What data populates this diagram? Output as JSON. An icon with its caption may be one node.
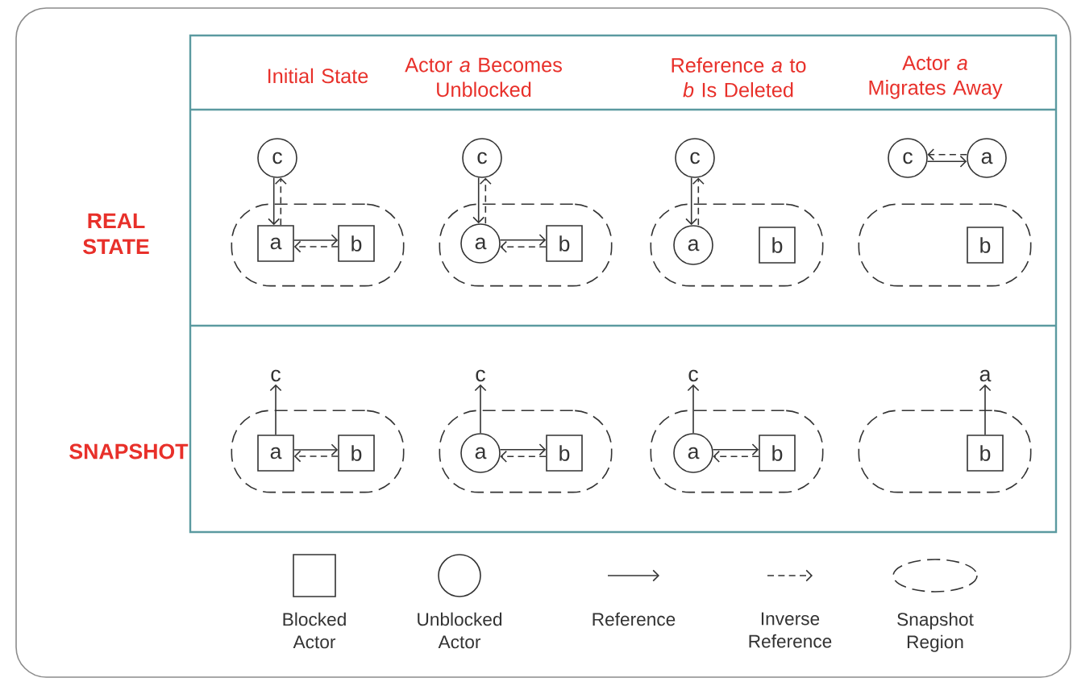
{
  "diagram": {
    "nodes": [
      {
        "text": [
          "c"
        ]
      },
      {
        "text": [],
        "shape": "oval"
      },
      {
        "text": [
          "a"
        ],
        "in": 1
      },
      {
        "text": [
          "b"
        ],
        "in": 1
      },
      {
        "text": [
          "c"
        ]
      },
      {
        "text": [],
        "shape": "oval"
      },
      {
        "text": [
          "a"
        ],
        "in": 5
      },
      {
        "text": [
          "b"
        ],
        "in": 5
      },
      {
        "text": [
          "c"
        ]
      },
      {
        "text": [],
        "shape": "oval"
      },
      {
        "text": [
          "a"
        ],
        "in": 9
      },
      {
        "text": [
          "b"
        ],
        "in": 9
      },
      {
        "text": [
          "c"
        ]
      },
      {
        "text": [
          "a"
        ]
      },
      {
        "text": [],
        "shape": "oval"
      },
      {
        "text": [
          "b"
        ],
        "in": 14
      },
      {
        "text": [
          "c"
        ]
      },
      {
        "text": [],
        "shape": "oval"
      },
      {
        "text": [
          "a"
        ],
        "in": 17
      },
      {
        "text": [
          "b"
        ],
        "in": 17
      },
      {
        "text": [
          "c"
        ]
      },
      {
        "text": [],
        "shape": "oval"
      },
      {
        "text": [
          "a"
        ],
        "in": 21
      },
      {
        "text": [
          "b"
        ],
        "in": 21
      },
      {
        "text": [
          "c"
        ]
      },
      {
        "text": [],
        "shape": "oval"
      },
      {
        "text": [
          "a"
        ],
        "in": 25
      },
      {
        "text": [
          "b"
        ],
        "in": 25
      },
      {
        "text": [
          "a"
        ]
      },
      {
        "text": [],
        "shape": "oval"
      },
      {
        "text": [
          "b"
        ],
        "in": 29
      }
    ],
    "edges": [
      {
        "from": 0,
        "to": 2,
        "arrow": "to"
      },
      {
        "from": 2,
        "to": 0,
        "arrow": "to",
        "style": "dashed"
      },
      {
        "from": 2,
        "to": 3,
        "arrow": "to"
      },
      {
        "from": 3,
        "to": 2,
        "arrow": "to",
        "style": "dashed"
      },
      {
        "from": 4,
        "to": 6,
        "arrow": "to"
      },
      {
        "from": 6,
        "to": 4,
        "arrow": "to",
        "style": "dashed"
      },
      {
        "from": 6,
        "to": 7,
        "arrow": "to"
      },
      {
        "from": 7,
        "to": 6,
        "arrow": "to",
        "style": "dashed"
      },
      {
        "from": 8,
        "to": 10,
        "arrow": "to"
      },
      {
        "from": 10,
        "to": 8,
        "arrow": "to",
        "style": "dashed"
      },
      {
        "from": 13,
        "to": 12,
        "arrow": "to",
        "style": "dashed"
      },
      {
        "from": 12,
        "to": 13,
        "arrow": "to"
      },
      {
        "from": 18,
        "to": 16,
        "arrow": "to"
      },
      {
        "from": 18,
        "to": 19,
        "arrow": "to"
      },
      {
        "from": 19,
        "to": 18,
        "arrow": "to",
        "style": "dashed"
      },
      {
        "from": 22,
        "to": 20,
        "arrow": "to"
      },
      {
        "from": 22,
        "to": 23,
        "arrow": "to"
      },
      {
        "from": 23,
        "to": 22,
        "arrow": "to",
        "style": "dashed"
      },
      {
        "from": 26,
        "to": 24,
        "arrow": "to"
      },
      {
        "from": 26,
        "to": 27,
        "arrow": "to"
      },
      {
        "from": 27,
        "to": 26,
        "arrow": "to",
        "style": "dashed"
      },
      {
        "from": 30,
        "to": 28,
        "arrow": "to"
      }
    ],
    "labels": [
      "Initial State",
      "Actor *a* Becomes Unblocked",
      "Reference *a* to *b* Is Deleted",
      "Actor *a* Migrates Away",
      "REAL STATE",
      "SNAPSHOT"
    ],
    "legend": [
      {
        "text": "Blocked Actor"
      },
      {
        "text": "Unblocked Actor"
      },
      {
        "text": "Reference"
      },
      {
        "text": "Inverse Reference"
      },
      {
        "text": "Snapshot Region"
      }
    ]
  }
}
